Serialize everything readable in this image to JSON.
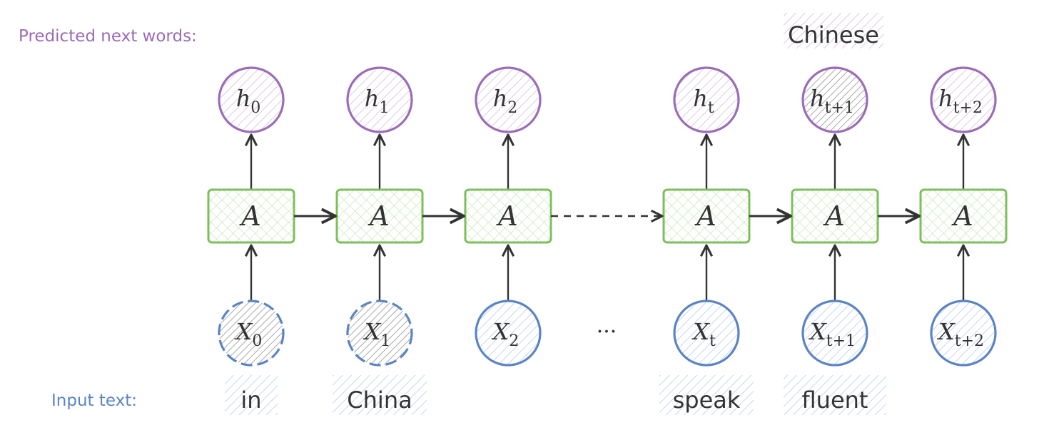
{
  "labels": {
    "predicted": "Predicted next words:",
    "input": "Input text:"
  },
  "predicted_word": "Chinese",
  "cells": [
    {
      "hidden": {
        "main": "h",
        "sub": "0"
      },
      "cell": "A",
      "input": {
        "main": "X",
        "sub": "0"
      },
      "word": "in",
      "input_dashed": true,
      "hidden_highlight": false
    },
    {
      "hidden": {
        "main": "h",
        "sub": "1"
      },
      "cell": "A",
      "input": {
        "main": "X",
        "sub": "1"
      },
      "word": "China",
      "input_dashed": true,
      "hidden_highlight": false
    },
    {
      "hidden": {
        "main": "h",
        "sub": "2"
      },
      "cell": "A",
      "input": {
        "main": "X",
        "sub": "2"
      },
      "word": "",
      "input_dashed": false,
      "hidden_highlight": false
    },
    {
      "hidden": {
        "main": "h",
        "sub": "t"
      },
      "cell": "A",
      "input": {
        "main": "X",
        "sub": "t"
      },
      "word": "speak",
      "input_dashed": false,
      "hidden_highlight": false
    },
    {
      "hidden": {
        "main": "h",
        "sub": "t+1"
      },
      "cell": "A",
      "input": {
        "main": "X",
        "sub": "t+1"
      },
      "word": "fluent",
      "input_dashed": false,
      "hidden_highlight": true
    },
    {
      "hidden": {
        "main": "h",
        "sub": "t+2"
      },
      "cell": "A",
      "input": {
        "main": "X",
        "sub": "t+2"
      },
      "word": "",
      "input_dashed": false,
      "hidden_highlight": false
    }
  ],
  "ellipsis": "···",
  "colors": {
    "purple": "#9b6cb8",
    "purple_fill": "#d9cbe6",
    "blue": "#5b84c4",
    "blue_fill": "#c7d6ef",
    "green": "#7cbf5c",
    "green_fill": "#cfe8c0",
    "gray_fill": "#a9a9a9",
    "text": "#333333"
  }
}
